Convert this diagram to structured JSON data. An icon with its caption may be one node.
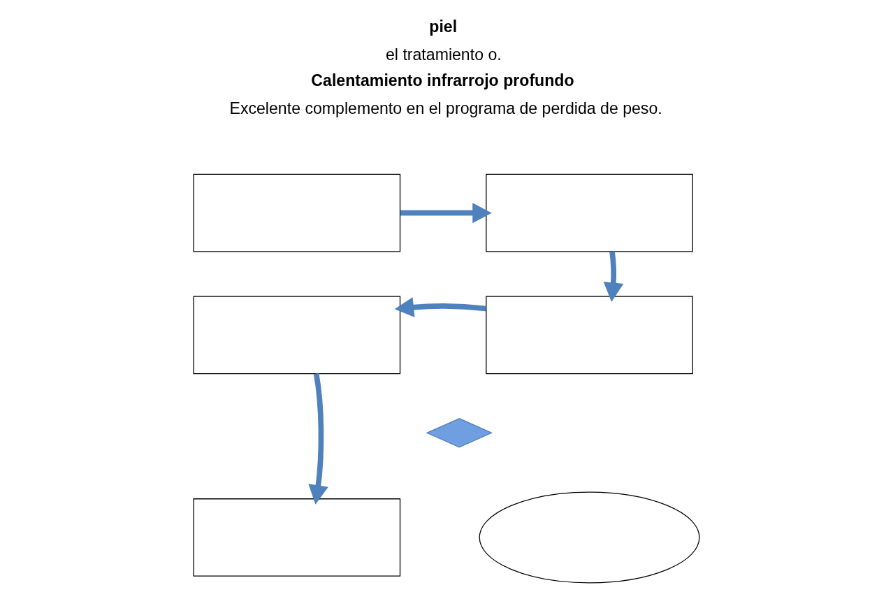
{
  "diagram": {
    "nodes": [
      {
        "text": [],
        "shape": "box"
      },
      {
        "text": [],
        "shape": "box"
      },
      {
        "text": [],
        "shape": "box"
      },
      {
        "text": [],
        "shape": "box"
      },
      {
        "text": [],
        "shape": "box"
      },
      {
        "text": [],
        "shape": "ellipse"
      },
      {
        "text": [],
        "shape": "diamond"
      }
    ],
    "edges": [
      {
        "from": 0,
        "to": 1,
        "arrow": "to"
      },
      {
        "from": 1,
        "to": 3,
        "arrow": "to"
      },
      {
        "from": 3,
        "to": 2,
        "arrow": "to"
      },
      {
        "from": 2,
        "to": 4,
        "arrow": "to"
      }
    ],
    "labels": [
      "piel",
      "el tratamiento o.",
      "Calentamiento infrarrojo profundo",
      "Excelente complemento en el programa de perdida de peso."
    ]
  }
}
